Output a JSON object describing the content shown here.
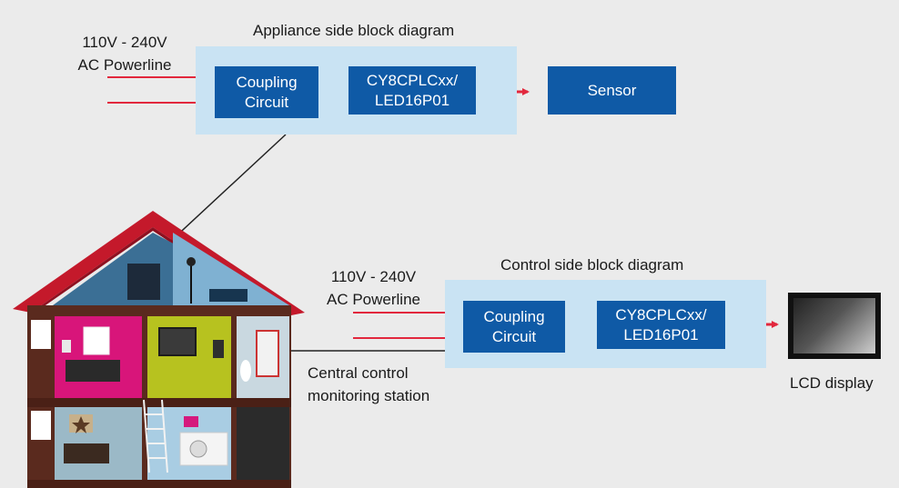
{
  "appliance": {
    "title": "Appliance side block diagram",
    "power_line1": "110V - 240V",
    "power_line2": "AC Powerline",
    "coupling_line1": "Coupling",
    "coupling_line2": "Circuit",
    "chip_line1": "CY8CPLCxx/",
    "chip_line2": "LED16P01",
    "sensor": "Sensor"
  },
  "control": {
    "title": "Control side block diagram",
    "power_line1": "110V - 240V",
    "power_line2": "AC Powerline",
    "coupling_line1": "Coupling",
    "coupling_line2": "Circuit",
    "chip_line1": "CY8CPLCxx/",
    "chip_line2": "LED16P01",
    "lcd_label": "LCD display"
  },
  "station": {
    "line1": "Central control",
    "line2": "monitoring station"
  },
  "colors": {
    "background": "#ebebeb",
    "panel": "#c9e3f3",
    "block": "#0f5aa6",
    "arrow": "#e2273d",
    "roof": "#c4192b",
    "wall": "#5a2a1e"
  },
  "icons": {
    "house": "house-cutaway-illustration",
    "lcd": "lcd-display-icon"
  }
}
